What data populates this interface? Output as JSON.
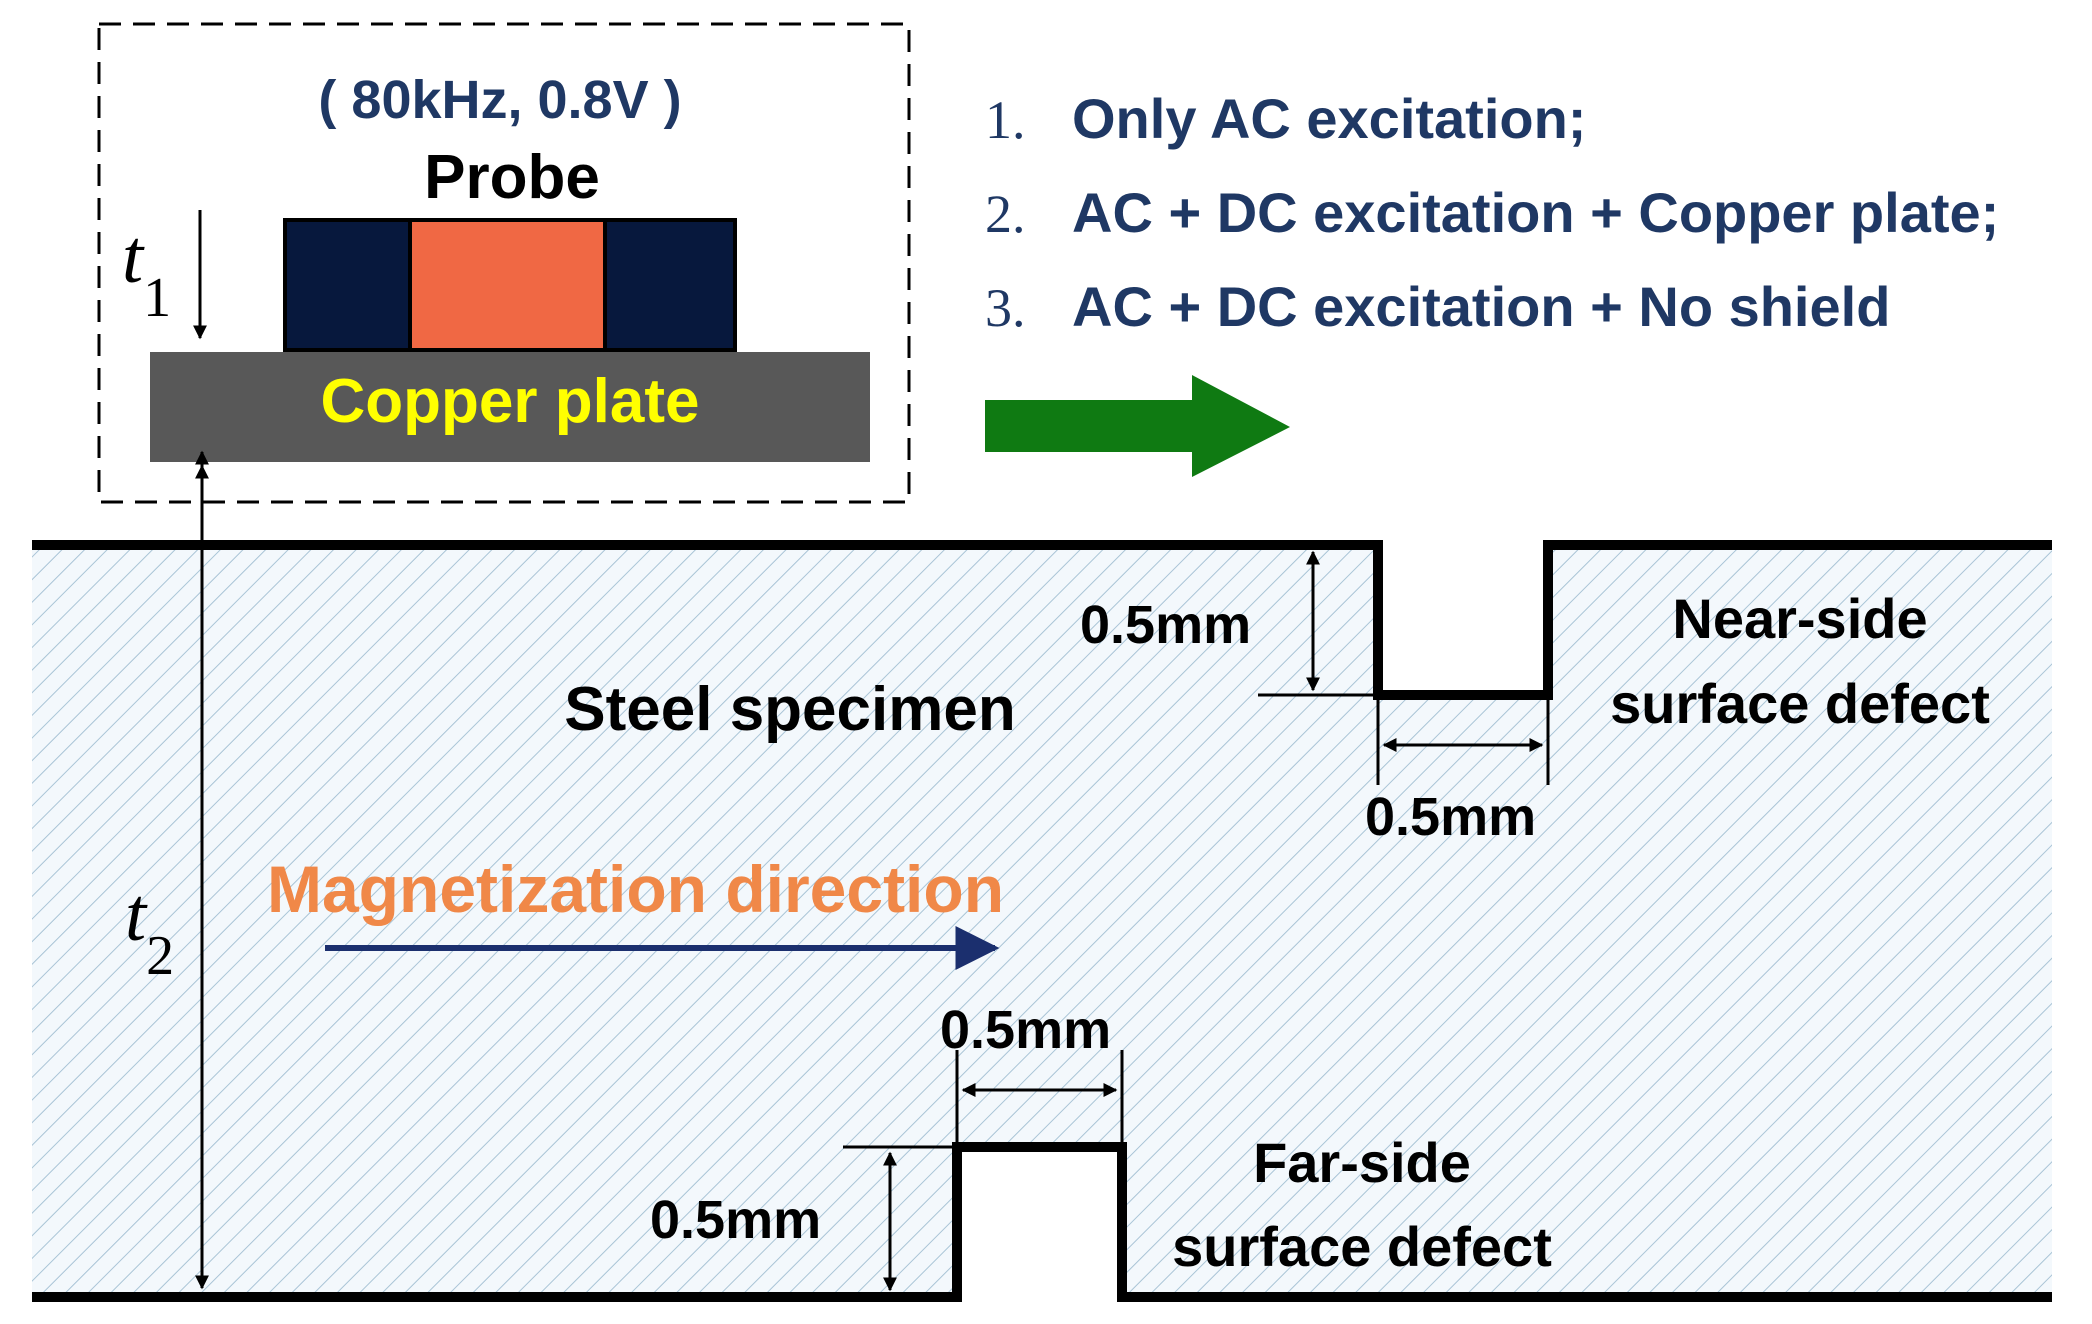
{
  "probe": {
    "params": "( 80kHz, 0.8V )",
    "label": "Probe"
  },
  "shield": {
    "label": "Copper plate"
  },
  "dimensions": {
    "t1_base": "t",
    "t1_sub": "1",
    "t2_base": "t",
    "t2_sub": "2",
    "near_depth": "0.5mm",
    "near_width": "0.5mm",
    "far_width": "0.5mm",
    "far_depth": "0.5mm"
  },
  "conditions": [
    {
      "number": "1.",
      "text": "Only AC excitation;"
    },
    {
      "number": "2.",
      "text": "AC + DC excitation + Copper plate;"
    },
    {
      "number": "3.",
      "text": "AC + DC excitation + No shield"
    }
  ],
  "specimen": {
    "label": "Steel specimen",
    "magnetization_label": "Magnetization direction"
  },
  "defects": {
    "near_line1": "Near-side",
    "near_line2": "surface defect",
    "far_line1": "Far-side",
    "far_line2": "surface defect"
  },
  "colors": {
    "probe_blue": "#07183d",
    "probe_core": "#f06844",
    "copper_plate": "#585858",
    "copper_label": "#ffff00",
    "list_text": "#1f3864",
    "green_arrow": "#0f7a12",
    "magnetization_text": "#f08848",
    "magnetization_arrow": "#1b2f6e",
    "hatch": "#a9c4d6",
    "specimen_bg": "#f3f8fc"
  }
}
